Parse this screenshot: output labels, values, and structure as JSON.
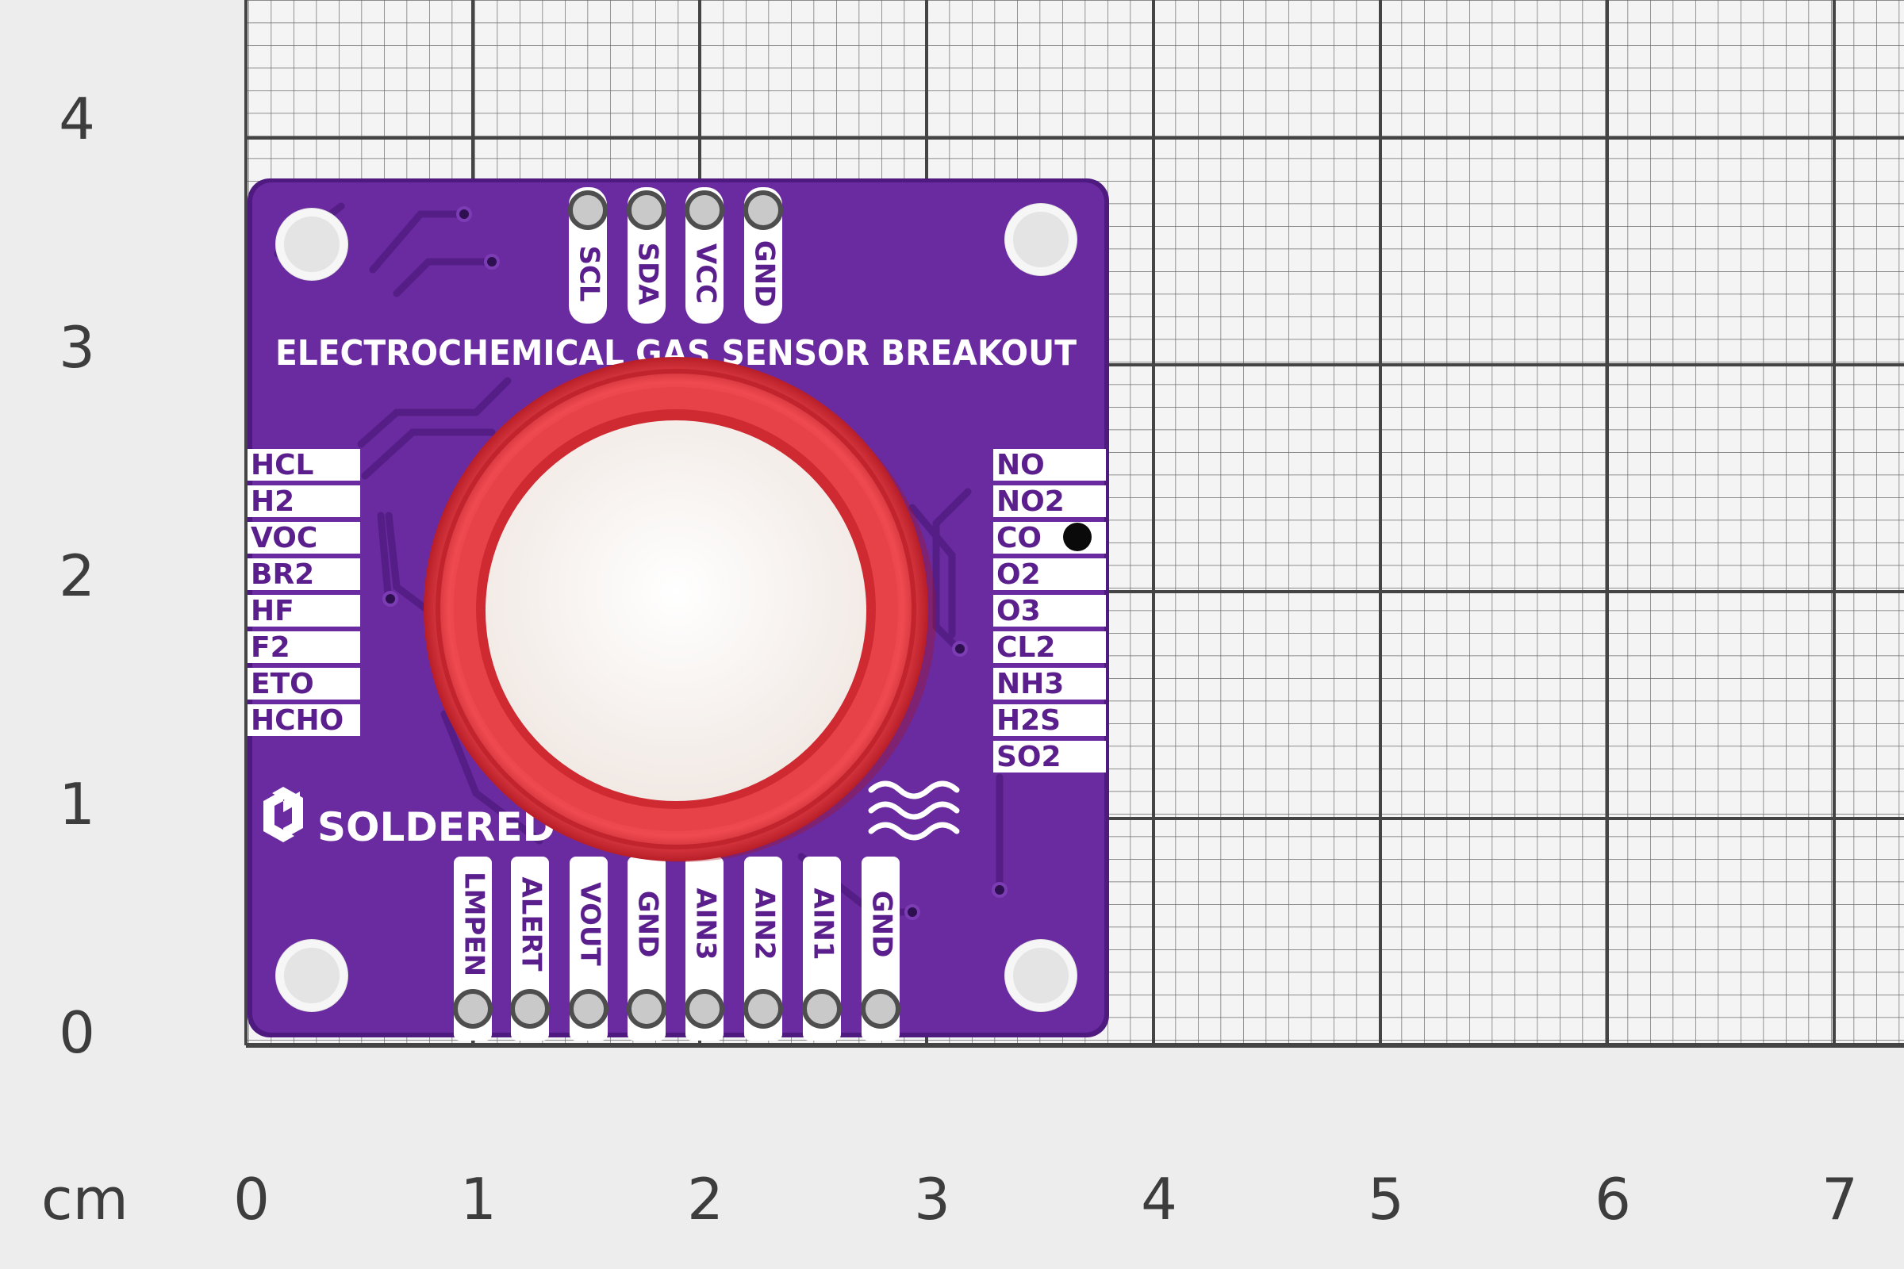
{
  "ruler": {
    "unit_label": "cm",
    "x_labels": [
      "0",
      "1",
      "2",
      "3",
      "4",
      "5",
      "6",
      "7"
    ],
    "y_labels": [
      "4",
      "3",
      "2",
      "1",
      "0"
    ]
  },
  "board": {
    "title": "ELECTROCHEMICAL GAS SENSOR BREAKOUT",
    "brand": "SOLDERED",
    "top_pins": [
      "SCL",
      "SDA",
      "VCC",
      "GND"
    ],
    "bottom_pins": [
      "LMPEN",
      "ALERT",
      "VOUT",
      "GND",
      "AIN3",
      "AIN2",
      "AIN1",
      "GND"
    ],
    "left_labels": [
      "HCL",
      "H2",
      "VOC",
      "BR2",
      "HF",
      "F2",
      "ETO",
      "HCHO"
    ],
    "right_labels": [
      "NO",
      "NO2",
      "CO",
      "O2",
      "O3",
      "CL2",
      "NH3",
      "H2S",
      "SO2"
    ]
  },
  "colors": {
    "background": "#ededed",
    "grid_line": "#4a4a4a",
    "pcb": "#6a2aa0",
    "pcb_dark": "#4a1878",
    "sensor_ring": "#e0323a",
    "sensor_face": "#fbf6f2",
    "label_fill": "#ffffff",
    "label_text": "#5a1f8c"
  }
}
